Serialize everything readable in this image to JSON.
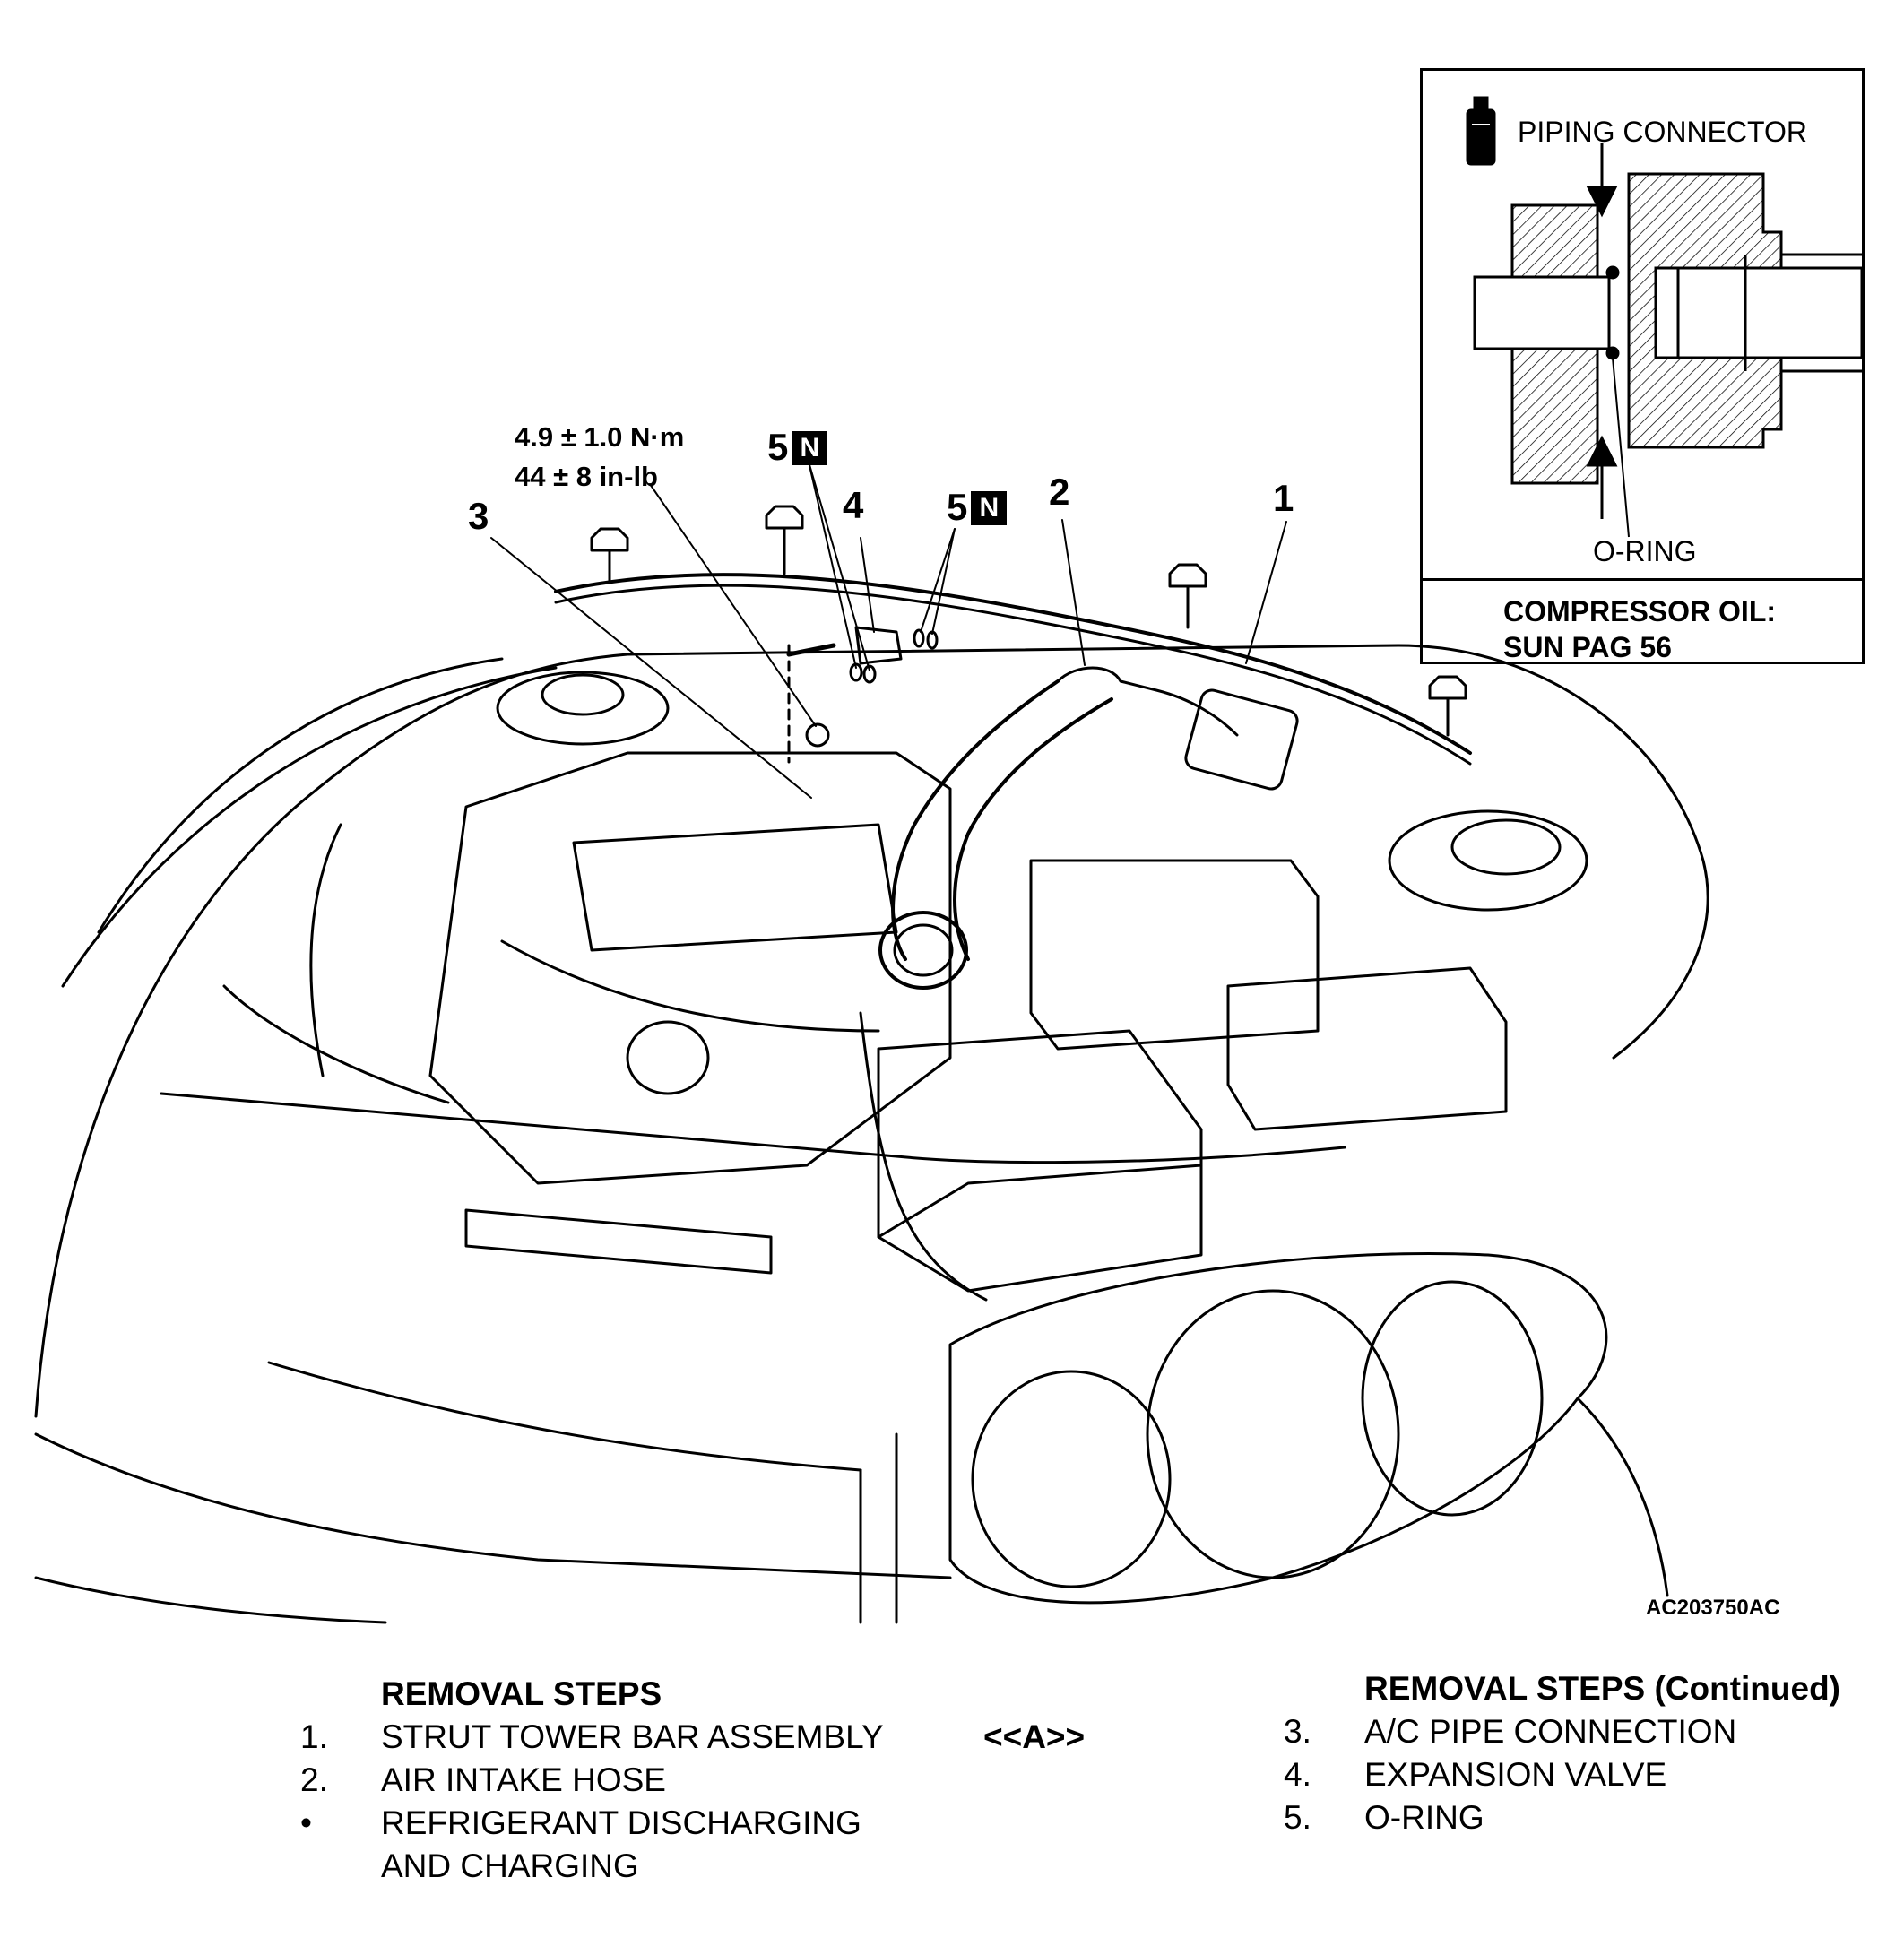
{
  "callouts": {
    "c1": "1",
    "c2": "2",
    "c3": "3",
    "c4": "4",
    "c5a": "5",
    "c5b": "5",
    "n_badge": "N"
  },
  "torque": {
    "metric": "4.9 ± 1.0 N·m",
    "imperial": "44 ± 8 in-lb"
  },
  "inset": {
    "piping_connector": "PIPING CONNECTOR",
    "o_ring": "O-RING",
    "oil_line1": "COMPRESSOR OIL:",
    "oil_line2": "SUN PAG 56"
  },
  "figure_code": "AC203750AC",
  "removal_steps": {
    "title": "REMOVAL STEPS",
    "items": [
      {
        "num": "1.",
        "label": "STRUT TOWER BAR ASSEMBLY",
        "note": "<<A>>"
      },
      {
        "num": "2.",
        "label": "AIR INTAKE HOSE"
      },
      {
        "num": "•",
        "label": "REFRIGERANT DISCHARGING",
        "label2": "AND CHARGING"
      }
    ]
  },
  "removal_steps_cont": {
    "title": "REMOVAL STEPS (Continued)",
    "items": [
      {
        "num": "3.",
        "label": "A/C PIPE CONNECTION"
      },
      {
        "num": "4.",
        "label": "EXPANSION VALVE"
      },
      {
        "num": "5.",
        "label": "O-RING"
      }
    ]
  }
}
